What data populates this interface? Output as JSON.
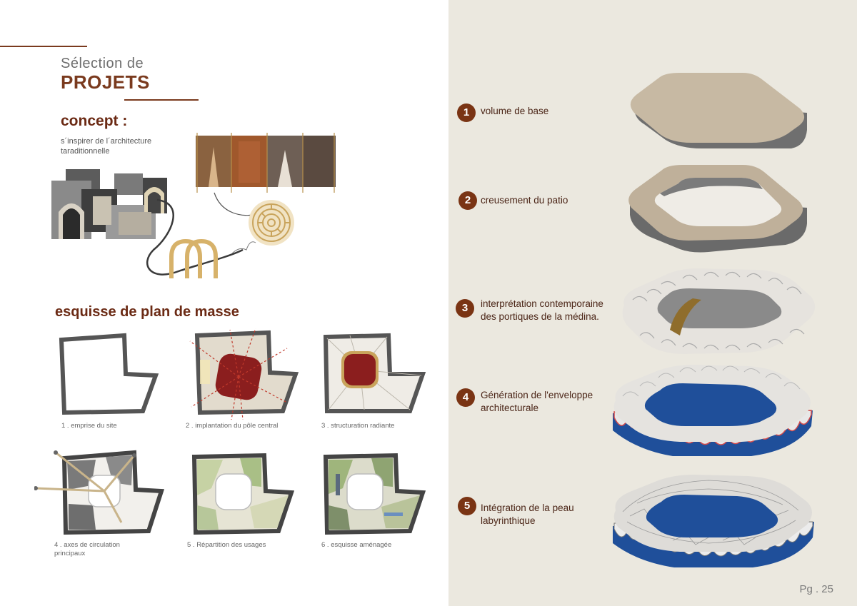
{
  "header": {
    "selection_label": "Sélection de",
    "projets_label": "PROJETS"
  },
  "concept": {
    "title": "concept :",
    "text": "s´inspirer de l´architecture taraditionnelle"
  },
  "esquisse": {
    "title": "esquisse de plan de masse",
    "steps": [
      {
        "caption": "1 . emprise du site"
      },
      {
        "caption": "2 . implantation du pôle central"
      },
      {
        "caption": "3 . structuration radiante"
      },
      {
        "caption": "4 . axes de circulation principaux"
      },
      {
        "caption": "5 . Répartition des usages"
      },
      {
        "caption": "6 . esquisse aménagée"
      }
    ]
  },
  "volumes": {
    "steps": [
      {
        "number": "1",
        "label": "volume de base"
      },
      {
        "number": "2",
        "label": "creusement du patio"
      },
      {
        "number": "3",
        "label": "interprétation contemporaine des portiques de la médina."
      },
      {
        "number": "4",
        "label": "Génération de l'enveloppe architecturale"
      },
      {
        "number": "5",
        "label": " Intégration de la peau labyrinthique"
      }
    ]
  },
  "footer": {
    "page_label": "Pg . 25"
  },
  "colors": {
    "accent": "#7a3a1e",
    "panel": "#ebe8df",
    "plan_red": "#8b1e1e",
    "gold": "#c9a45c",
    "blue": "#1f4f9a"
  }
}
